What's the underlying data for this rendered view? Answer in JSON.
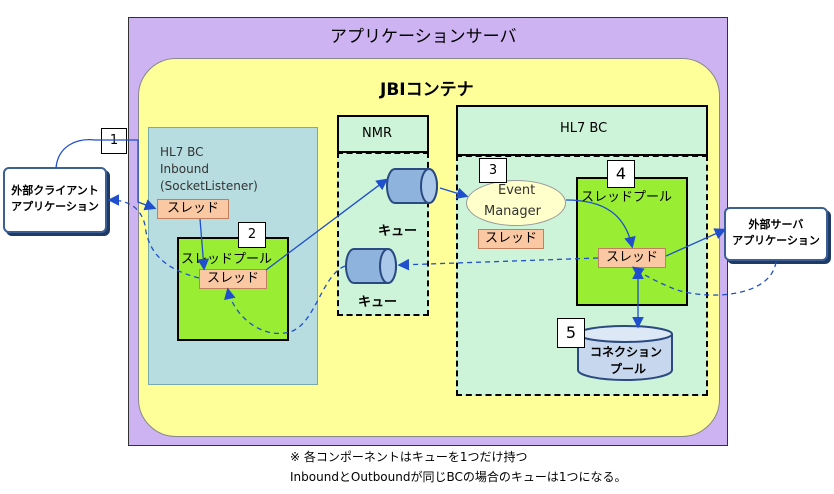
{
  "app_server": {
    "title": "アプリケーションサーバ"
  },
  "container": {
    "title": "JBIコンテナ"
  },
  "inbound": {
    "title_line1": "HL7 BC",
    "title_line2": "Inbound",
    "title_line3": "(SocketListener)",
    "thread": "スレッド",
    "pool_title": "スレッドプール",
    "pool_thread": "スレッド"
  },
  "nmr": {
    "title": "NMR",
    "queue1": "キュー",
    "queue2": "キュー"
  },
  "hl7bc": {
    "title": "HL7 BC",
    "event_manager_line1": "Event",
    "event_manager_line2": "Manager",
    "em_thread": "スレッド",
    "pool_title": "スレッドプール",
    "pool_thread": "スレッド",
    "conn_pool_line1": "コネクション",
    "conn_pool_line2": "プール"
  },
  "external": {
    "client_line1": "外部クライアント",
    "client_line2": "アプリケーション",
    "server_line1": "外部サーバ",
    "server_line2": "アプリケーション"
  },
  "numbers": {
    "n1": "1",
    "n2": "2",
    "n3": "3",
    "n4": "4",
    "n5": "5"
  },
  "notes": {
    "line1": "※ 各コンポーネントはキューを1つだけ持つ",
    "line2": "InboundとOutboundが同じBCの場合のキューは1つになる。"
  }
}
